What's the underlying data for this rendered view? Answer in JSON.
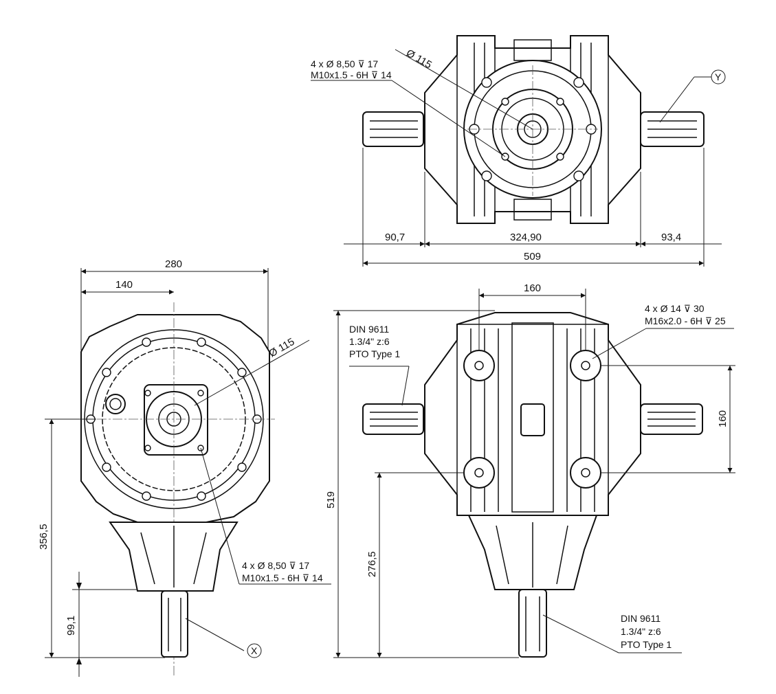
{
  "dims": {
    "top_left": "90,7",
    "top_mid": "324,90",
    "top_right": "93,4",
    "top_total": "509",
    "front_total": "280",
    "front_half": "140",
    "front_dia": "Ø 115",
    "front_height": "356,5",
    "front_shaft": "99,1",
    "side_width": "160",
    "side_height_total": "519",
    "side_shaft_height": "276,5",
    "side_bolt_spacing": "160",
    "top_dia": "Ø 115"
  },
  "notes": {
    "top_holes_line1": "4 x Ø 8,50 ⊽ 17",
    "top_holes_line2": "M10x1.5 - 6H ⊽ 14",
    "front_holes_line1": "4 x Ø 8,50 ⊽ 17",
    "front_holes_line2": "M10x1.5 - 6H ⊽ 14",
    "side_holes_line1": "4 x Ø 14 ⊽ 30",
    "side_holes_line2": "M16x2.0 - 6H ⊽ 25",
    "pto_left_line1": "DIN 9611",
    "pto_left_line2": "1.3/4\" z:6",
    "pto_left_line3": "PTO Type 1",
    "pto_bottom_line1": "DIN 9611",
    "pto_bottom_line2": "1.3/4\" z:6",
    "pto_bottom_line3": "PTO Type 1"
  },
  "markers": {
    "x": "X",
    "y": "Y"
  }
}
